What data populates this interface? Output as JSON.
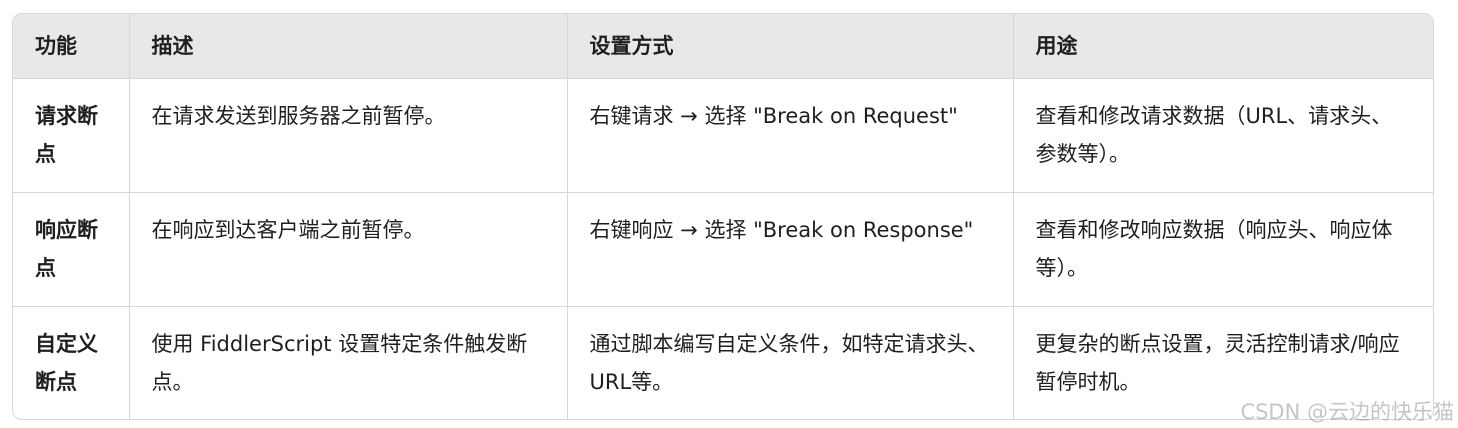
{
  "table": {
    "headers": [
      "功能",
      "描述",
      "设置方式",
      "用途"
    ],
    "rows": [
      {
        "feature": "请求断点",
        "description": "在请求发送到服务器之前暂停。",
        "setup": "右键请求 → 选择 \"Break on Request\"",
        "usage": "查看和修改请求数据（URL、请求头、参数等）。"
      },
      {
        "feature": "响应断点",
        "description": "在响应到达客户端之前暂停。",
        "setup": "右键响应 → 选择 \"Break on Response\"",
        "usage": "查看和修改响应数据（响应头、响应体等）。"
      },
      {
        "feature": "自定义断点",
        "description": "使用 FiddlerScript 设置特定条件触发断点。",
        "setup": "通过脚本编写自定义条件，如特定请求头、URL等。",
        "usage": "更复杂的断点设置，灵活控制请求/响应暂停时机。"
      }
    ]
  },
  "watermark": "CSDN @云边的快乐猫"
}
